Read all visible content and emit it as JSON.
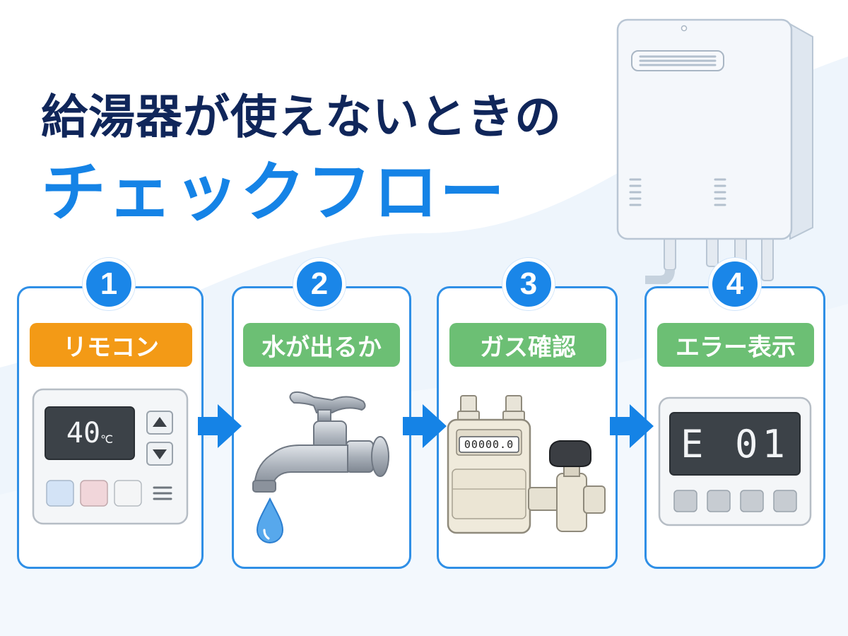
{
  "title": {
    "line1": "給湯器が使えないときの",
    "line2": "チェックフロー"
  },
  "steps": [
    {
      "number": "1",
      "label": "リモコン",
      "label_color": "#f39a16"
    },
    {
      "number": "2",
      "label": "水が出るか",
      "label_color": "#6cbf74"
    },
    {
      "number": "3",
      "label": "ガス確認",
      "label_color": "#6cbf74"
    },
    {
      "number": "4",
      "label": "エラー表示",
      "label_color": "#6cbf74"
    }
  ],
  "remote": {
    "temperature": "40",
    "unit": "℃"
  },
  "gas_meter": {
    "reading": "00000.0"
  },
  "error_panel": {
    "code": "E 01"
  },
  "colors": {
    "accent_blue": "#1a86e8",
    "title_navy": "#10265a",
    "card_border": "#2f8fe6"
  },
  "icons": [
    "water-heater-icon",
    "remote-control-icon",
    "faucet-icon",
    "water-drop-icon",
    "gas-meter-icon",
    "gas-valve-icon",
    "error-display-icon",
    "right-arrow-icon"
  ]
}
